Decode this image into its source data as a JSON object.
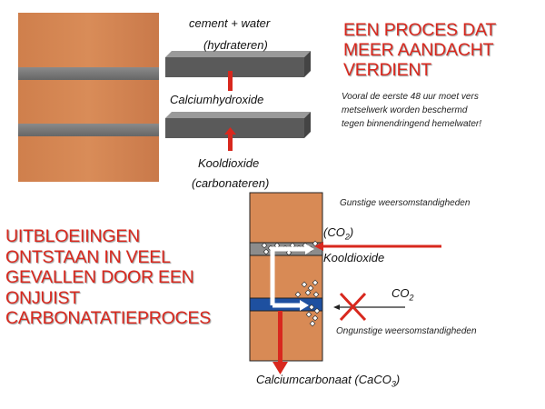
{
  "top": {
    "label_input": "cement + water",
    "label_hydrate": "(hydrateren)",
    "label_calcium": "Calciumhydroxide",
    "label_kool": "Kooldioxide",
    "label_carbonate": "(carbonateren)"
  },
  "heading_right": {
    "lines": [
      "EEN PROCES DAT",
      "MEER AANDACHT",
      "VERDIENT"
    ]
  },
  "note": {
    "lines": [
      "Vooral de eerste 48 uur moet vers",
      "metselwerk worden beschermd",
      "tegen binnendringend hemelwater!"
    ]
  },
  "heading_left": {
    "lines": [
      "UITBLOEIINGEN",
      "ONTSTAAN IN VEEL",
      "GEVALLEN DOOR EEN",
      "ONJUIST",
      "CARBONATATIEPROCES"
    ]
  },
  "bottom": {
    "gunstige": "Gunstige weersomstandigheden",
    "co2_paren_open": "(CO",
    "co2_paren_sub": "2",
    "co2_paren_close": ")",
    "kool": "Kooldioxide",
    "co2_text": "CO",
    "co2_sub": "2",
    "ongunstige": "Ongunstige weersomstandigheden",
    "calcium_carbonaat_prefix": "Calciumcarbonaat (CaCO",
    "calcium_carbonaat_sub": "3",
    "calcium_carbonaat_suffix": ")"
  },
  "colors": {
    "brick": "#d88a55",
    "mortar": "#7a7a7a",
    "red": "#d8281e",
    "water_blue": "#1e50a0"
  }
}
